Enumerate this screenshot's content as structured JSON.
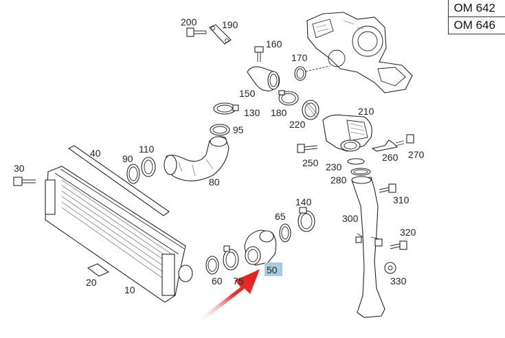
{
  "engine_codes": [
    "OM 642",
    "OM 646"
  ],
  "part_labels": {
    "p10": "10",
    "p20": "20",
    "p30": "30",
    "p40": "40",
    "p50": "50",
    "p60": "60",
    "p65": "65",
    "p75": "75",
    "p80": "80",
    "p90": "90",
    "p95": "95",
    "p110": "110",
    "p130": "130",
    "p140": "140",
    "p150": "150",
    "p160": "160",
    "p170": "170",
    "p180": "180",
    "p190": "190",
    "p200": "200",
    "p210": "210",
    "p220": "220",
    "p230": "230",
    "p250": "250",
    "p260": "260",
    "p270": "270",
    "p280": "280",
    "p300": "300",
    "p310": "310",
    "p320": "320",
    "p330": "330"
  },
  "highlight": {
    "part": "50",
    "color": "#a9cbe0"
  },
  "arrow": {
    "color": "#e41c1c",
    "points_to": "50"
  }
}
